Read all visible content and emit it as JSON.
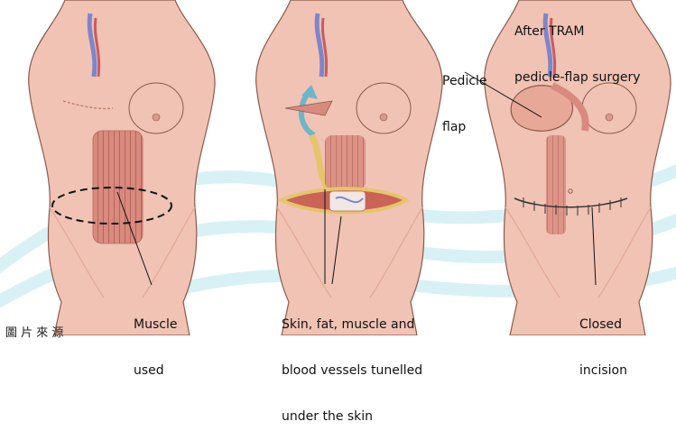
{
  "colors": {
    "skin": "#f0c3b4",
    "skin_shadow": "#e3a794",
    "outline": "#8a5a4c",
    "muscle": "#d98a7e",
    "muscle_stripe": "#b86559",
    "vein_blue": "#7d86c9",
    "artery_red": "#c95b62",
    "watermark": "#cfeef2",
    "wound_yellow": "#e6c46b"
  },
  "labels": {
    "panel3_title_line1": "After TRAM",
    "panel3_title_line2": "pedicle-flap surgery",
    "pedicle_line1": "Pedicle",
    "pedicle_line2": "flap",
    "muscle_line1": "Muscle",
    "muscle_line2": "used",
    "tunnel_line1": "Skin, fat, muscle and",
    "tunnel_line2": "blood vessels tunelled",
    "tunnel_line3": "under the skin",
    "closed_line1": "Closed",
    "closed_line2": "incision"
  },
  "watermark_text": "圖 片 來 源"
}
